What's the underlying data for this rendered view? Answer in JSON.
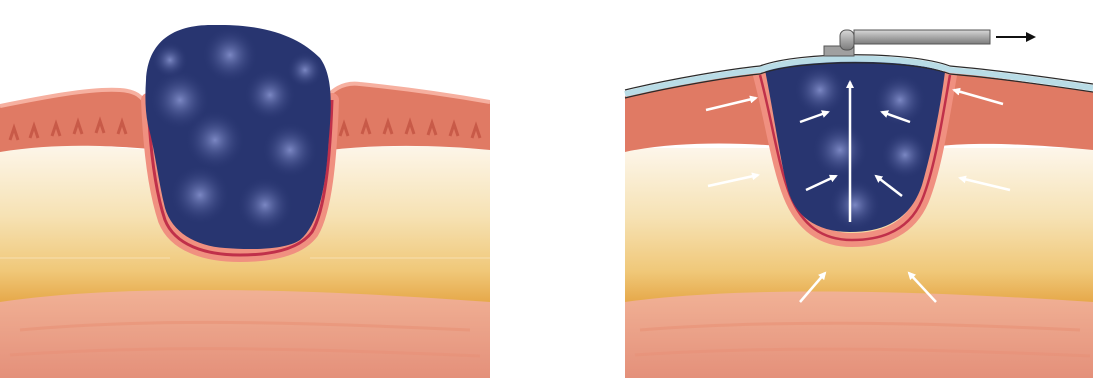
{
  "diagram": {
    "panels": [
      {
        "id": "before",
        "elements": [
          "skin-layers",
          "wound-cavity",
          "foam-dressing"
        ]
      },
      {
        "id": "after",
        "elements": [
          "skin-layers",
          "wound-cavity",
          "foam-dressing",
          "drape",
          "suction-tube",
          "flow-arrow",
          "contraction-arrows"
        ]
      }
    ],
    "colors": {
      "epidermis": "#e07a64",
      "epidermis_dark": "#d0604c",
      "dermis_top": "#fbf2df",
      "dermis_bottom": "#f3cf86",
      "fat_band": "#e6a94a",
      "muscle": "#ec9f84",
      "muscle_dark": "#e48f72",
      "wound_edge": "#c0304a",
      "wound_rim": "#f09080",
      "foam": "#283570",
      "foam_light": "#7a86c4",
      "drape": "#b9dce6",
      "drape_outline": "#2a2a2a",
      "tube": "#9a9a9a",
      "arrow_white": "#ffffff",
      "arrow_black": "#111111"
    }
  }
}
